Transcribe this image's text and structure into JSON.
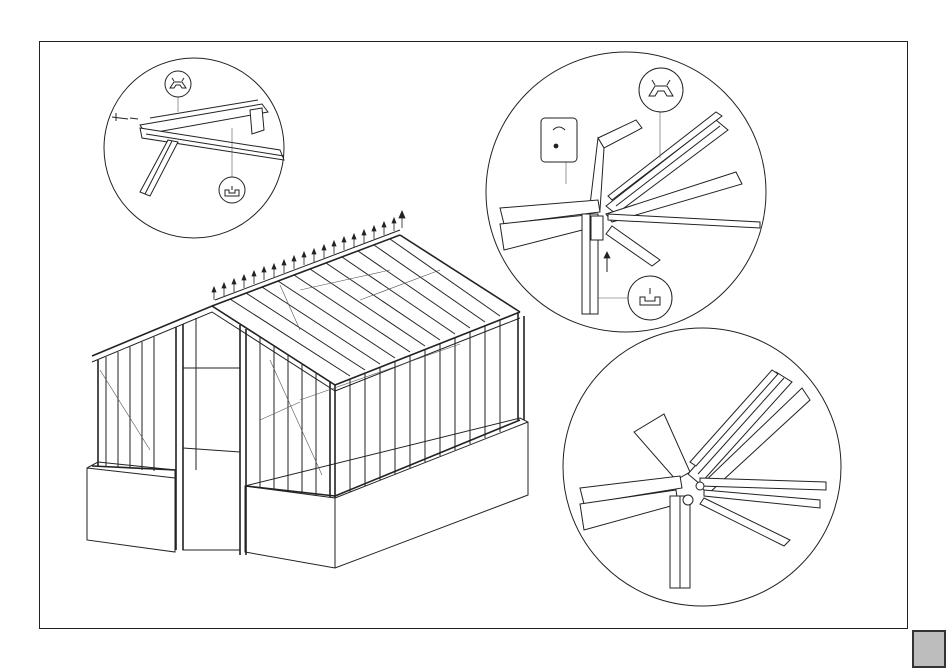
{
  "page": {
    "background": "#ffffff",
    "frame_color": "#222222",
    "tab_color": "#bdbdbd"
  },
  "illustration": {
    "subject": "greenhouse-assembly",
    "detail_views": [
      "ridge-detail",
      "corner-joint-detail",
      "corner-joint-assembled-detail"
    ]
  },
  "icons": [
    "bolt-icon",
    "profile-section-icon",
    "clip-icon",
    "arrow-icon"
  ]
}
